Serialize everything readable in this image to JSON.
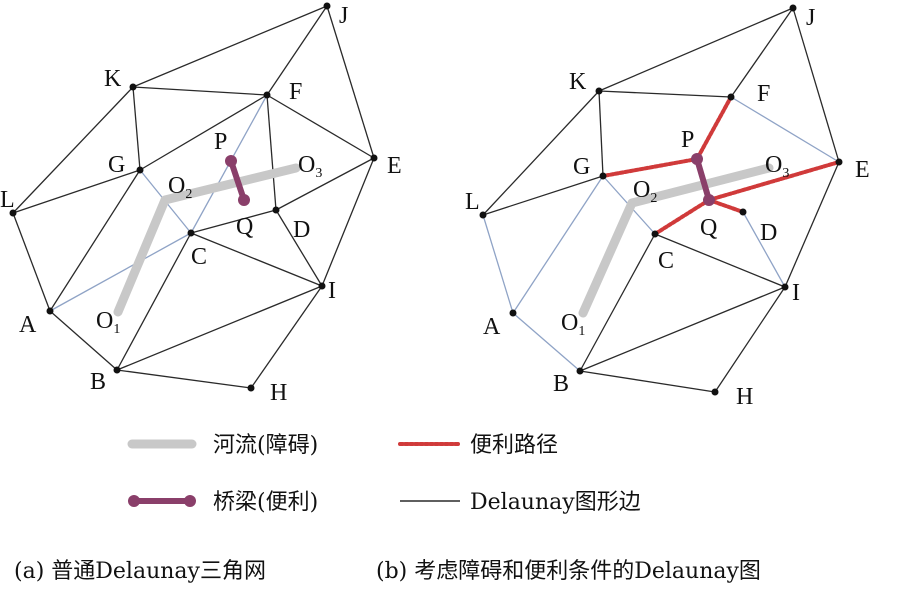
{
  "diagram_a": {
    "caption": "(a) 普通Delaunay三角网",
    "labels": {
      "J": "J",
      "K": "K",
      "F": "F",
      "P": "P",
      "O2": "O",
      "O2_sub": "2",
      "O3": "O",
      "O3_sub": "3",
      "G": "G",
      "E": "E",
      "L": "L",
      "Q": "Q",
      "D": "D",
      "C": "C",
      "I": "I",
      "A": "A",
      "O1": "O",
      "O1_sub": "1",
      "B": "B",
      "H": "H"
    }
  },
  "diagram_b": {
    "caption": "(b) 考虑障碍和便利条件的Delaunay图",
    "labels": {
      "J": "J",
      "K": "K",
      "F": "F",
      "P": "P",
      "O2": "O",
      "O2_sub": "2",
      "O3": "O",
      "O3_sub": "3",
      "G": "G",
      "E": "E",
      "L": "L",
      "Q": "Q",
      "D": "D",
      "C": "C",
      "I": "I",
      "A": "A",
      "O1": "O",
      "O1_sub": "1",
      "B": "B",
      "H": "H"
    }
  },
  "legend": {
    "river": "河流(障碍)",
    "bridge": "桥梁(便利)",
    "path": "便利路径",
    "edge": "Delaunay图形边"
  },
  "colors": {
    "edge": "#2a2a2a",
    "blue_edge": "#8fa3c6",
    "river": "#c8c8c8",
    "bridge": "#8a3f6a",
    "path": "#d03a3a",
    "node": "#111111"
  }
}
